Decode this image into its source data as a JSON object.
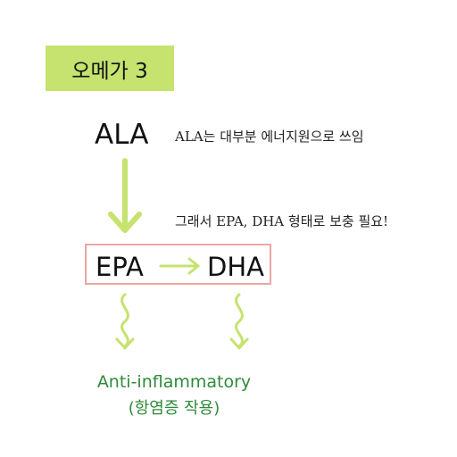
{
  "title": "오메가 3",
  "source": "ALA",
  "notes": {
    "ala_note": "ALA는 대부분 에너지원으로 쓰임",
    "supplement_note": "그래서 EPA, DHA 형태로 보충 필요!"
  },
  "chain": {
    "from": "EPA",
    "to": "DHA"
  },
  "result": {
    "label": "Anti-inflammatory",
    "sublabel": "(항염증 작용)"
  },
  "colors": {
    "accent_green": "#c5e36e",
    "box_border": "#eda4a4",
    "result_text": "#2e8b3a"
  }
}
